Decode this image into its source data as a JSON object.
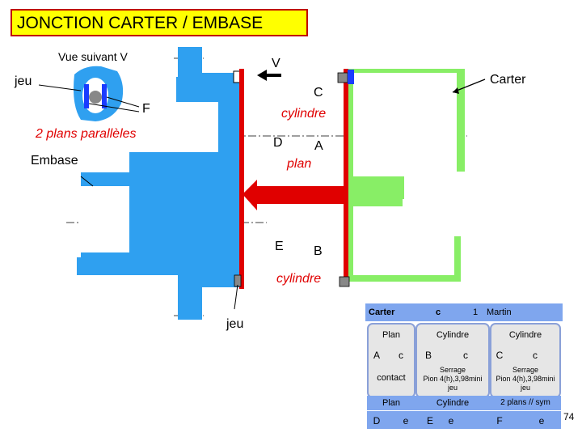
{
  "title": "JONCTION CARTER / EMBASE",
  "labels": {
    "vue_suivant": "Vue suivant V",
    "v": "V",
    "jeu_top": "jeu",
    "f": "F",
    "plans_paralleles": "2 plans parallèles",
    "embase": "Embase",
    "carter": "Carter",
    "c": "C",
    "cylindre_top": "cylindre",
    "d": "D",
    "a": "A",
    "plan": "plan",
    "e": "E",
    "b": "B",
    "cylindre_bottom": "cylindre",
    "jeu_bottom": "jeu"
  },
  "table": {
    "header": [
      "Carter",
      "c",
      "1",
      "Martin"
    ],
    "col_heads": [
      "Plan",
      "Cylindre",
      "Cylindre"
    ],
    "row1": [
      "A",
      "c",
      "B",
      "c",
      "C",
      "c"
    ],
    "contact": "contact",
    "serrage1": [
      "Serrage",
      "Pion 4(h),3,98mini",
      "jeu"
    ],
    "serrage2": [
      "Serrage",
      "Pion 4(h),3,98mini",
      "jeu"
    ],
    "foot_heads": [
      "Plan",
      "Cylindre",
      "2 plans // sym"
    ],
    "foot_row": [
      "D",
      "e",
      "E",
      "e",
      "F",
      "e"
    ]
  },
  "page_number": "74",
  "colors": {
    "embase": "#2fa0f0",
    "carter": "#88ee66",
    "axis": "#e00000",
    "title_bg": "#ffff00",
    "title_border": "#c00000"
  }
}
